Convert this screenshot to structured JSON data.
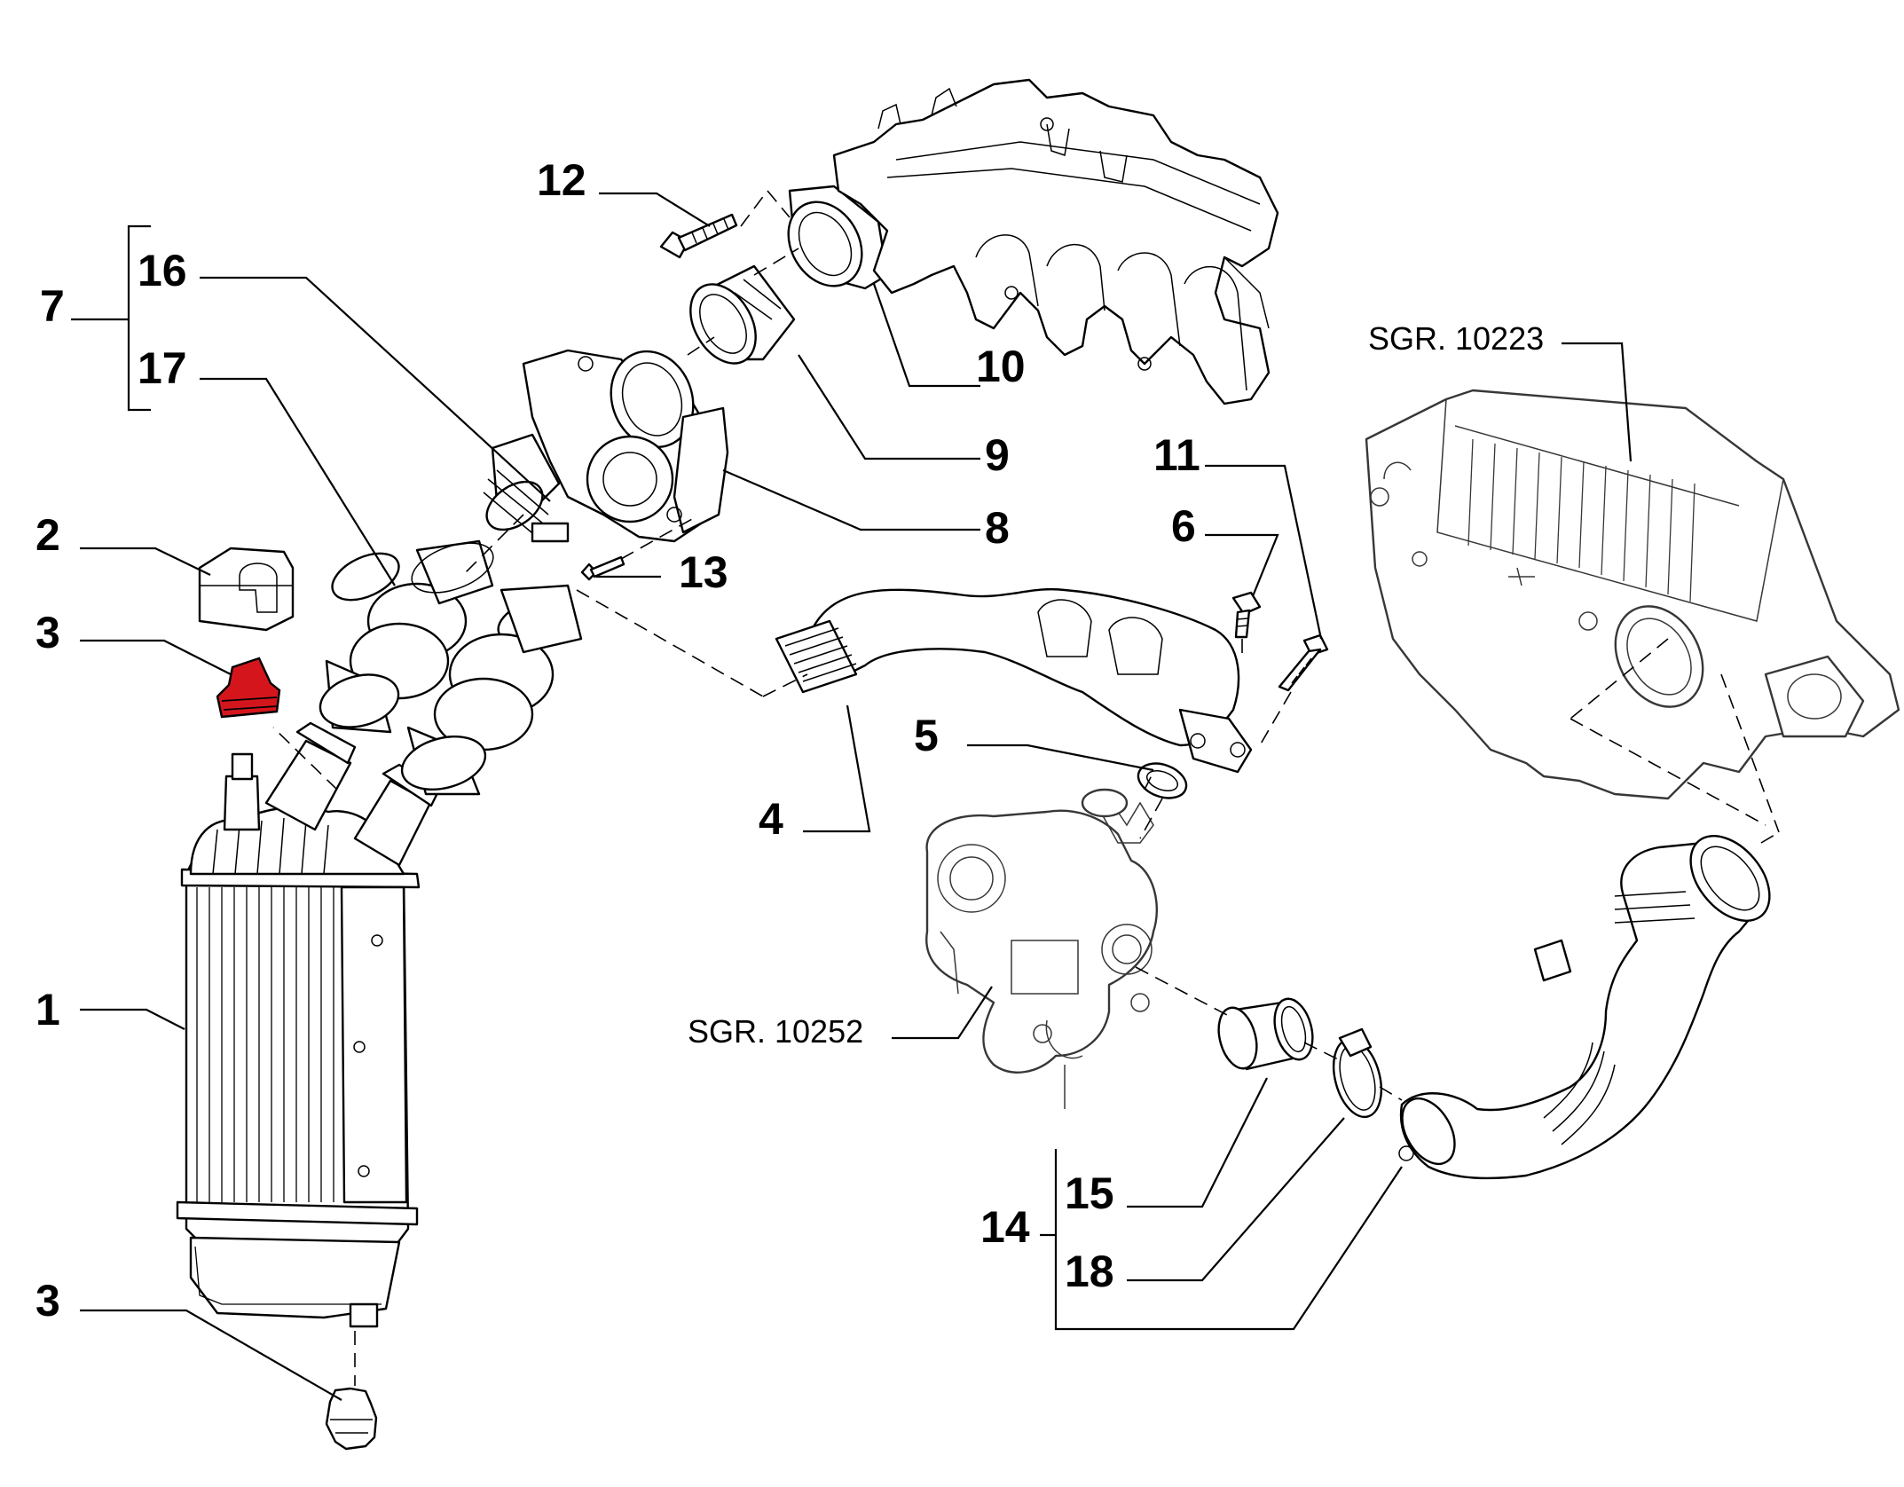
{
  "colors": {
    "highlight": "#d4161c",
    "line": "#000000",
    "background": "#ffffff"
  },
  "labels": {
    "l1": "1",
    "l2": "2",
    "l3a": "3",
    "l3b": "3",
    "l4": "4",
    "l5": "5",
    "l6": "6",
    "l7": "7",
    "l8": "8",
    "l9": "9",
    "l10": "10",
    "l11": "11",
    "l12": "12",
    "l13": "13",
    "l14": "14",
    "l15": "15",
    "l16": "16",
    "l17": "17",
    "l18": "18"
  },
  "references": {
    "sgr_airbox": "SGR. 10223",
    "sgr_turbo": "SGR. 10252"
  },
  "highlighted_part": "3"
}
